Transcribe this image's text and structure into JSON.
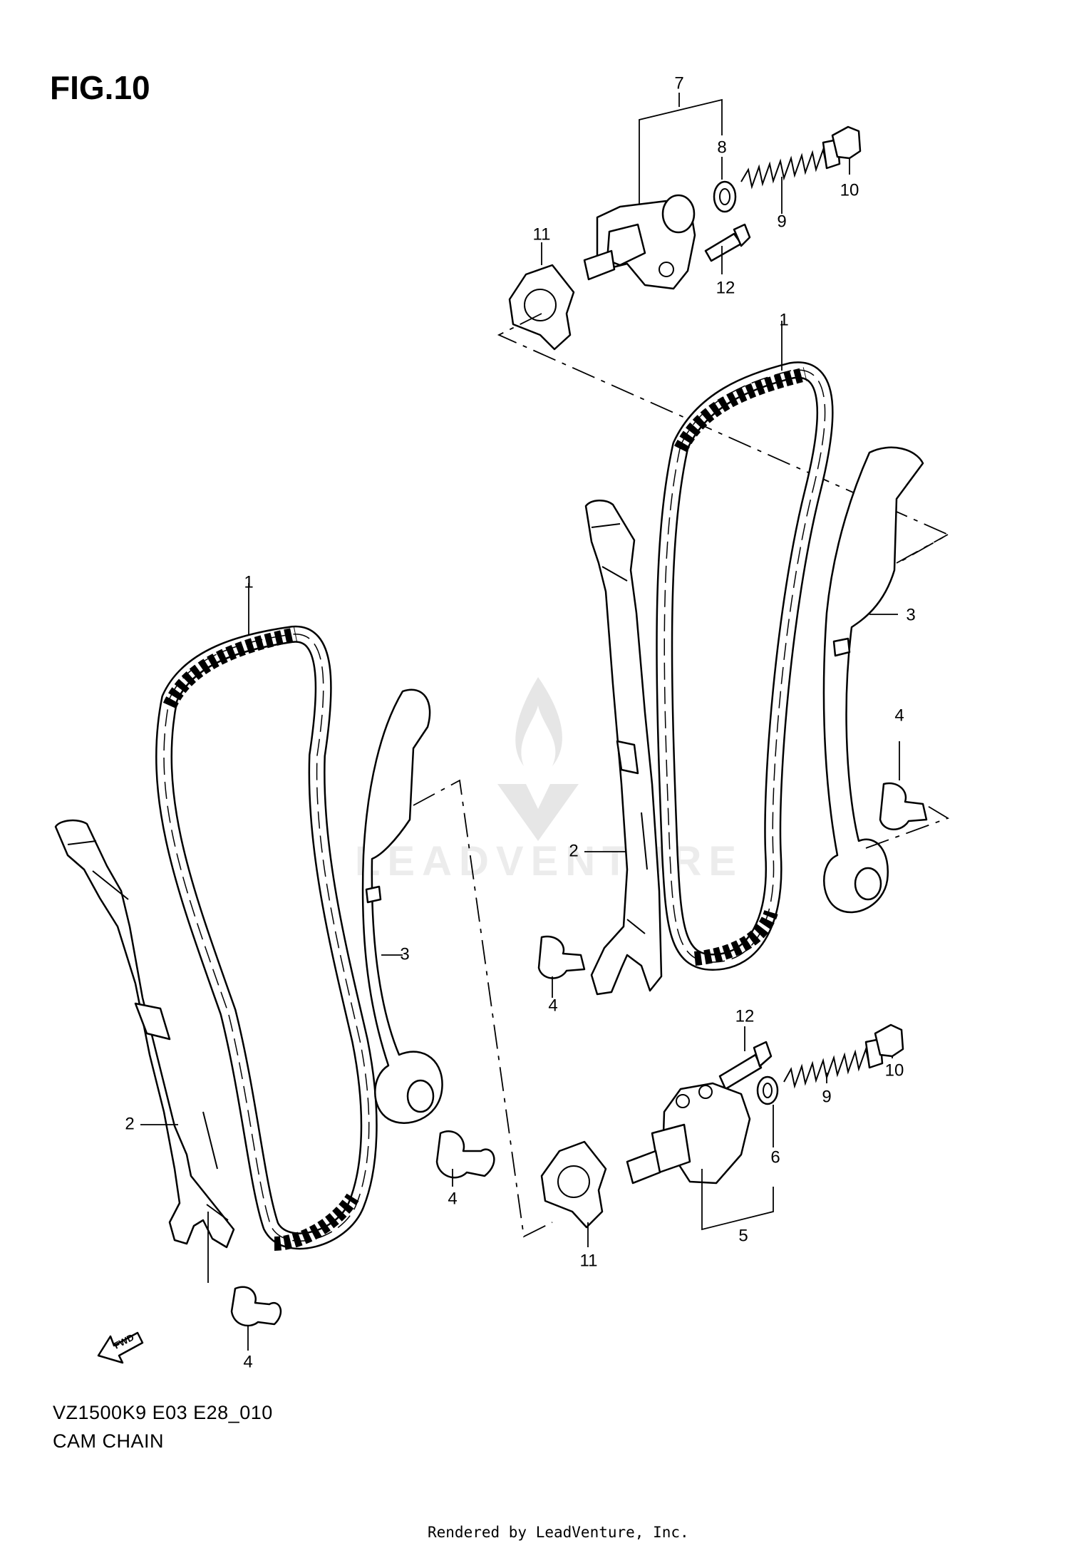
{
  "figure": {
    "title": "FIG.10"
  },
  "footer": {
    "model_code": "VZ1500K9 E03 E28_010",
    "name": "CAM CHAIN"
  },
  "credit": "Rendered by LeadVenture, Inc.",
  "watermark": {
    "text": "LEADVENTURE"
  },
  "fwd_label": "FWD",
  "callouts": {
    "top_7": "7",
    "top_8": "8",
    "top_9": "9",
    "top_10": "10",
    "top_11": "11",
    "top_12": "12",
    "right_1": "1",
    "right_2": "2",
    "right_3": "3",
    "right_4a": "4",
    "right_4b": "4",
    "left_1": "1",
    "left_2": "2",
    "left_3": "3",
    "left_4a": "4",
    "left_4b": "4",
    "bot_12": "12",
    "bot_10": "10",
    "bot_9": "9",
    "bot_6": "6",
    "bot_5": "5",
    "bot_11": "11"
  }
}
